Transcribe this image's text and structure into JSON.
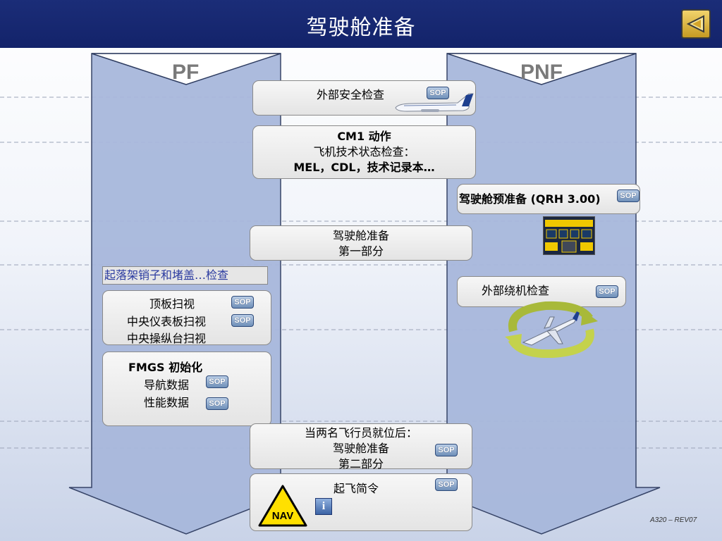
{
  "header": {
    "title": "驾驶舱准备"
  },
  "lanes": {
    "pf": "PF",
    "pnf": "PNF"
  },
  "boxes": {
    "exterior_safety": [
      "外部安全检查"
    ],
    "cm1": [
      "CM1 动作",
      "飞机技术状态检查：",
      "MEL，CDL，技术记录本…"
    ],
    "preliminary": [
      "驾驶舱预准备 (QRH 3.00)"
    ],
    "cockpit_prep_1": [
      "驾驶舱准备",
      "第一部分"
    ],
    "walkaround": [
      "外部绕机检查"
    ],
    "scan": [
      "顶板扫视",
      "中央仪表板扫视",
      "中央操纵台扫视"
    ],
    "fmgs": [
      "FMGS 初始化",
      "导航数据",
      "性能数据"
    ],
    "cockpit_prep_2": [
      "当两名飞行员就位后：",
      "驾驶舱准备",
      "第二部分"
    ],
    "takeoff_briefing": [
      "起飞简令"
    ]
  },
  "landing_gear_tag": "起落架销子和堵盖…检查",
  "sop_label": "SOP",
  "nav_label": "NAV",
  "info_label": "i",
  "footer": "A320 –  REV07",
  "icons": {
    "back": "back-triangle-icon",
    "aircraft": "aircraft-icon",
    "walkaround": "walkaround-arrows-icon",
    "cockpit_photo": "cockpit-thumbnail-icon",
    "nav": "nav-warning-icon",
    "info": "info-icon"
  },
  "colors": {
    "header_bg": "#1b2d78",
    "lane_fill": "#a8b8dc",
    "sop_bg": "#6f8fb8",
    "nav_yellow": "#ffe000",
    "tag_text": "#2a3aa0"
  }
}
